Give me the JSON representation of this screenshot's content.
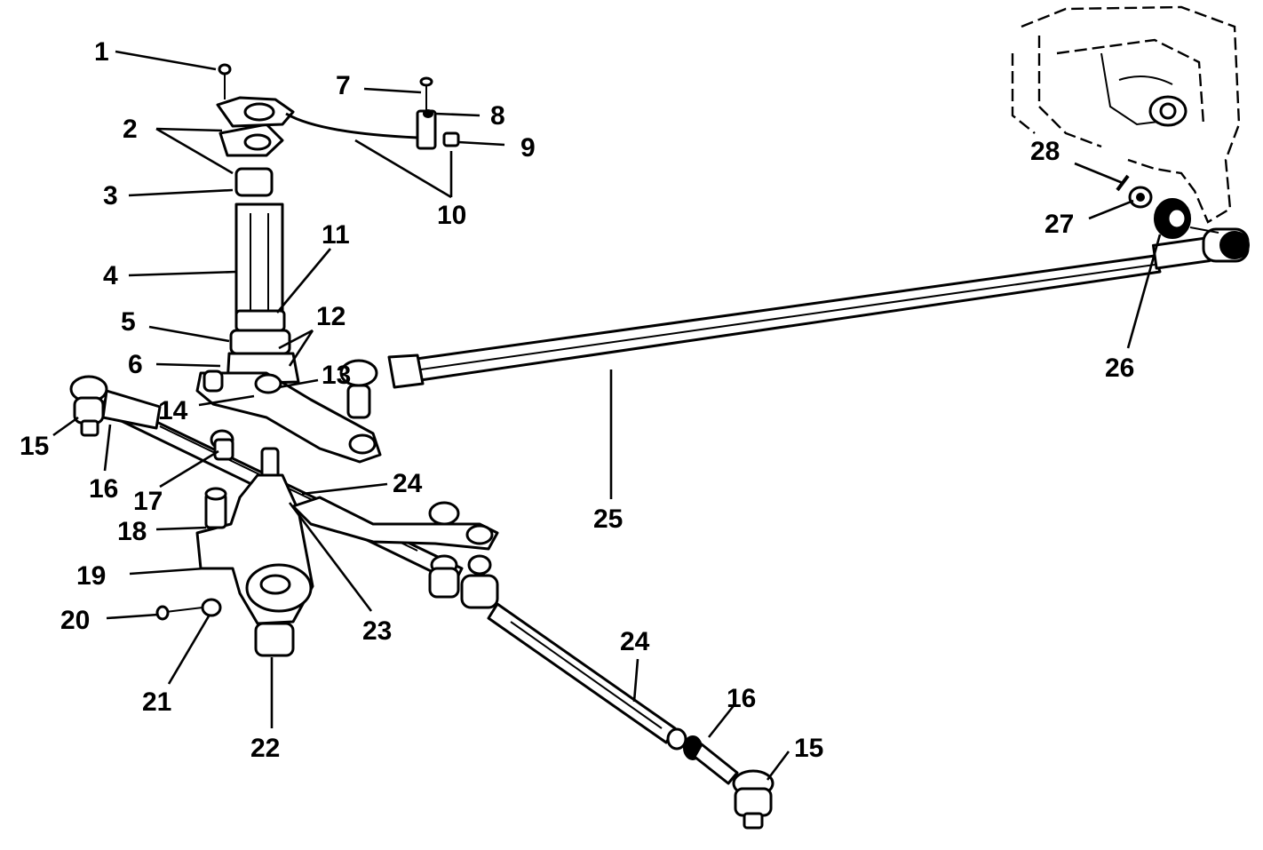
{
  "callouts": [
    "1",
    "2",
    "3",
    "4",
    "5",
    "6",
    "7",
    "8",
    "9",
    "10",
    "11",
    "12",
    "13",
    "14",
    "15",
    "16",
    "17",
    "18",
    "19",
    "20",
    "21",
    "22",
    "23",
    "24",
    "24",
    "25",
    "26",
    "27",
    "28",
    "15",
    "16"
  ]
}
